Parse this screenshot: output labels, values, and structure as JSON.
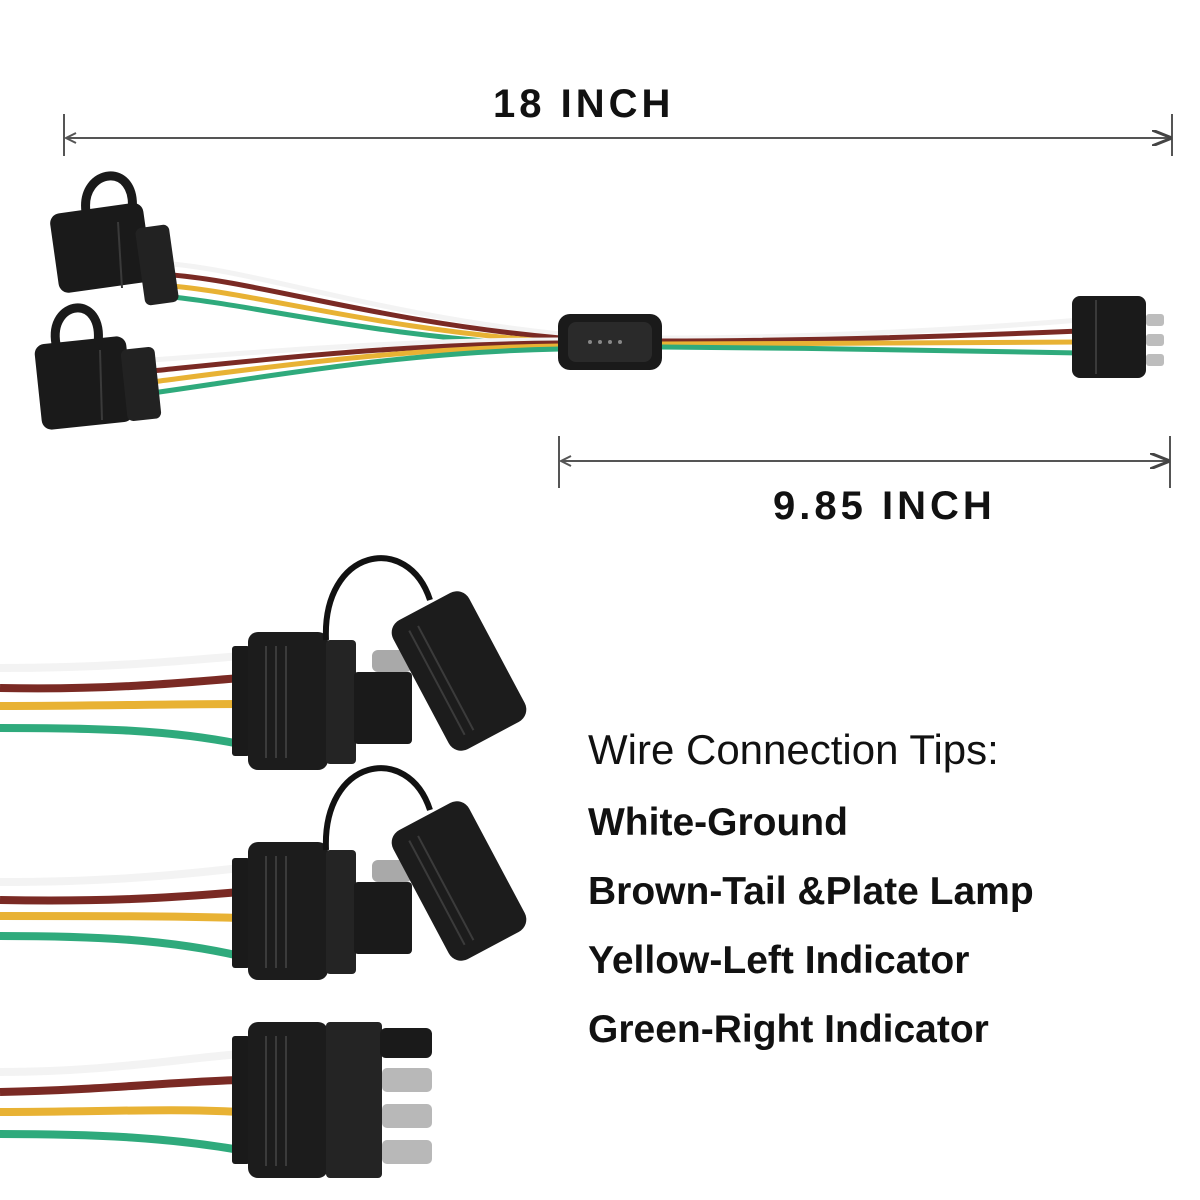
{
  "dimensions": {
    "total_length": "18 INCH",
    "branch_length": "9.85 INCH"
  },
  "tips": {
    "title": "Wire Connection Tips:",
    "items": [
      "White-Ground",
      "Brown-Tail &Plate Lamp",
      "Yellow-Left Indicator",
      "Green-Right Indicator"
    ]
  },
  "wire_colors": {
    "white": "#f3f3f3",
    "brown": "#7a2a24",
    "yellow": "#e8b234",
    "green": "#2faa7c",
    "connector": "#1a1a1a"
  }
}
